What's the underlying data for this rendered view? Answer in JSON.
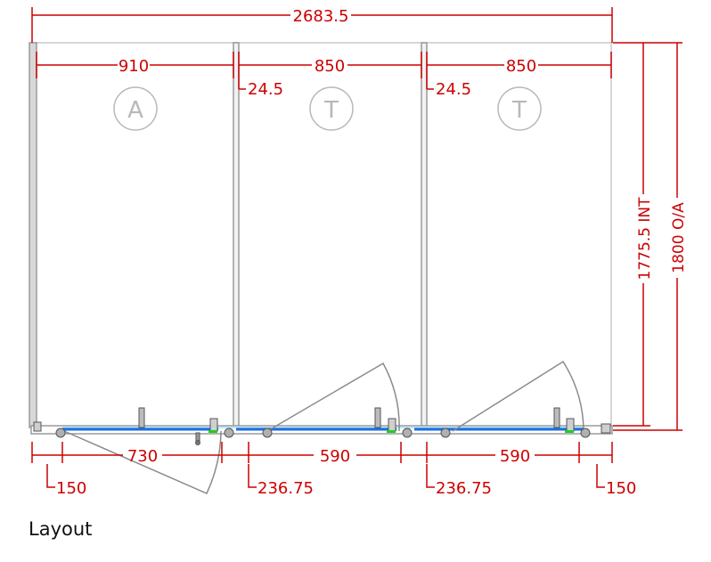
{
  "dimensions": {
    "overall_width": "2683.5",
    "cubicle_widths": [
      "910",
      "850",
      "850"
    ],
    "pilaster_gaps": [
      "24.5",
      "24.5"
    ],
    "door_widths": [
      "730",
      "590",
      "590"
    ],
    "end_offsets": [
      "150",
      "150"
    ],
    "between_offsets": [
      "236.75",
      "236.75"
    ],
    "internal_height": "1775.5 INT",
    "overall_height": "1800 O/A"
  },
  "cubicles": [
    {
      "letter": "A"
    },
    {
      "letter": "T"
    },
    {
      "letter": "T"
    }
  ],
  "caption": "Layout",
  "colors": {
    "dimension": "#cc0000",
    "panel": "#9a9a9a",
    "rail": "#1f6fe0",
    "seal": "#22cc22"
  }
}
